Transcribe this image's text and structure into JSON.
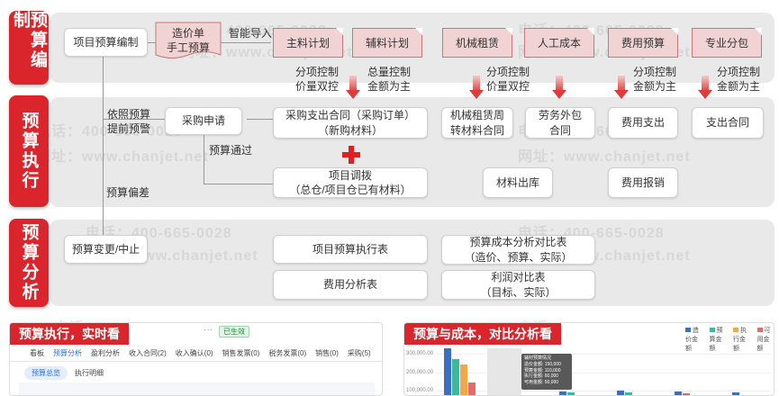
{
  "sections": [
    {
      "title": "预算编制"
    },
    {
      "title": "预算执行"
    },
    {
      "title": "预算分析"
    }
  ],
  "planning": {
    "project_budget": "项目预算编制",
    "quote": "造价单\n手工预算",
    "import_label": "智能导入",
    "tags": [
      "主料计划",
      "辅料计划",
      "机械租赁",
      "人工成本",
      "费用预算",
      "专业分包"
    ],
    "controls": [
      "分项控制\n价量双控",
      "总量控制\n金额为主",
      "分项控制\n价量双控",
      "分项控制\n金额为主",
      "分项控制\n金额为主"
    ]
  },
  "execution": {
    "by_budget": "依照预算\n提前预警",
    "purchase_request": "采购申请",
    "budget_pass": "预算通过",
    "budget_deviation": "预算偏差",
    "purchase_contract": "采购支出合同（采购订单）\n（新购材料）",
    "transfer": "项目调拨\n（总仓/项目仓已有材料）",
    "machine_contract": "机械租赁周\n转材料合同",
    "labor_contract": "劳务外包\n合同",
    "material_out": "材料出库",
    "expense_pay": "费用支出",
    "expense_claim": "费用报销",
    "expense_contract": "支出合同"
  },
  "analysis": {
    "change": "预算变更/中止",
    "exec_table": "项目预算执行表",
    "expense_table": "费用分析表",
    "cost_compare": "预算成本分析对比表\n（造价、预算、实际）",
    "profit_compare": "利润对比表\n（目标、实际）"
  },
  "watermark": {
    "phone": "电话：400-665-0028",
    "site": "网址：www.chanjet.net"
  },
  "bottom_left": {
    "title": "预算执行，实时看",
    "badge": "已生效",
    "tabs": [
      "看板",
      "预算分析",
      "盈利分析",
      "收入合同(2)",
      "收入确认(0)",
      "销售发票(0)",
      "税务发票(0)",
      "销售(0)",
      "采购(5)"
    ],
    "subtabs": [
      "预算总览",
      "执行明细"
    ]
  },
  "bottom_right": {
    "title": "预算与成本，对比分析看",
    "legend": [
      "造价金额",
      "预算金额",
      "执行金额",
      "可用金额"
    ],
    "y_ticks": [
      "300,000.00",
      "200,000.00",
      "100,000.00"
    ],
    "tooltip_title": "辅材预算情况",
    "tooltip_rows": [
      "造价金额: 150,000",
      "预算金额: 110,000",
      "执行金额: 60,000",
      "可用金额: 50,000"
    ],
    "colors": [
      "#3b6fc4",
      "#3cb89a",
      "#f0a94a",
      "#e26b6b"
    ]
  }
}
